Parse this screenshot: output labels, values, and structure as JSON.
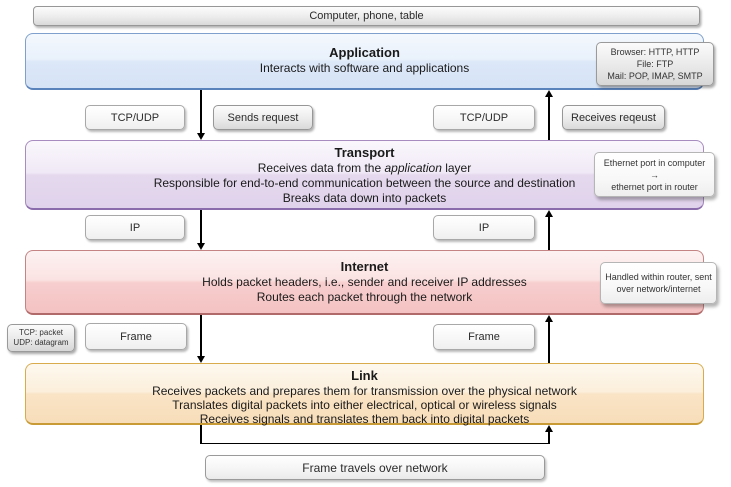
{
  "top_note": "Computer, phone, table",
  "application": {
    "title": "Application",
    "line1": "Interacts with software and applications",
    "side_note": {
      "line1": "Browser: HTTP, HTTP",
      "line2": "File: FTP",
      "line3": "Mail: POP, IMAP, SMTP"
    }
  },
  "transport": {
    "title": "Transport",
    "line1_pre": "Receives data from the ",
    "line1_italic": "application",
    "line1_post": " layer",
    "line2": "Responsible for end-to-end communication between the source and destination",
    "line3": "Breaks data down into packets",
    "side_note": {
      "line1": "Ethernet port in computer →",
      "line2": "ethernet port in router"
    }
  },
  "internet": {
    "title": "Internet",
    "line1": "Holds packet headers, i.e., sender and receiver IP addresses",
    "line2": "Routes each packet through the network",
    "side_note": {
      "line1": "Handled within router, sent",
      "line2": "over network/internet"
    }
  },
  "link": {
    "title": "Link",
    "line1": "Receives packets and prepares them for transmission over the physical network",
    "line2": "Translates digital packets into either electrical, optical or wireless signals",
    "line3": "Receives signals and translates them back into digital packets"
  },
  "labels": {
    "tcp_udp_left": "TCP/UDP",
    "sends_request": "Sends request",
    "tcp_udp_right": "TCP/UDP",
    "receives_request": "Receives reqeust",
    "ip_left": "IP",
    "ip_right": "IP",
    "frame_left": "Frame",
    "frame_right": "Frame",
    "tcp_note_line1": "TCP: packet",
    "tcp_note_line2": "UDP: datagram",
    "frame_travels": "Frame travels over network"
  },
  "colors": {
    "application_fill": "#d6e3f6",
    "application_border": "#5a82bb",
    "transport_fill": "#dfd2eb",
    "transport_border": "#8a6bab",
    "internet_fill": "#f4c2c2",
    "internet_border": "#b16a6a",
    "link_fill": "#f7ddb9",
    "link_border": "#c99b36",
    "arrow": "#000000"
  }
}
